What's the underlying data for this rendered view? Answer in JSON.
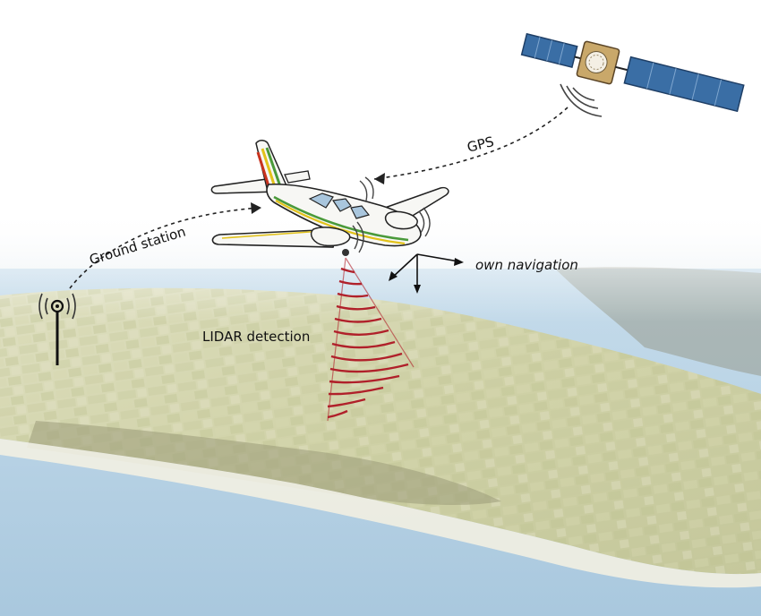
{
  "labels": {
    "gps": "GPS",
    "ground_station": "Ground station",
    "lidar": "LIDAR detection",
    "navigation": "own navigation"
  },
  "colors": {
    "sea": "#b9d6ea",
    "land": "#cfd0a6",
    "lidar_beam": "#b0202a",
    "solar_panel": "#3a6ea5",
    "satellite_body": "#c9a86a",
    "stripe_green": "#4a9a3a",
    "stripe_yellow": "#e2c21a",
    "stripe_red": "#c8321e"
  }
}
